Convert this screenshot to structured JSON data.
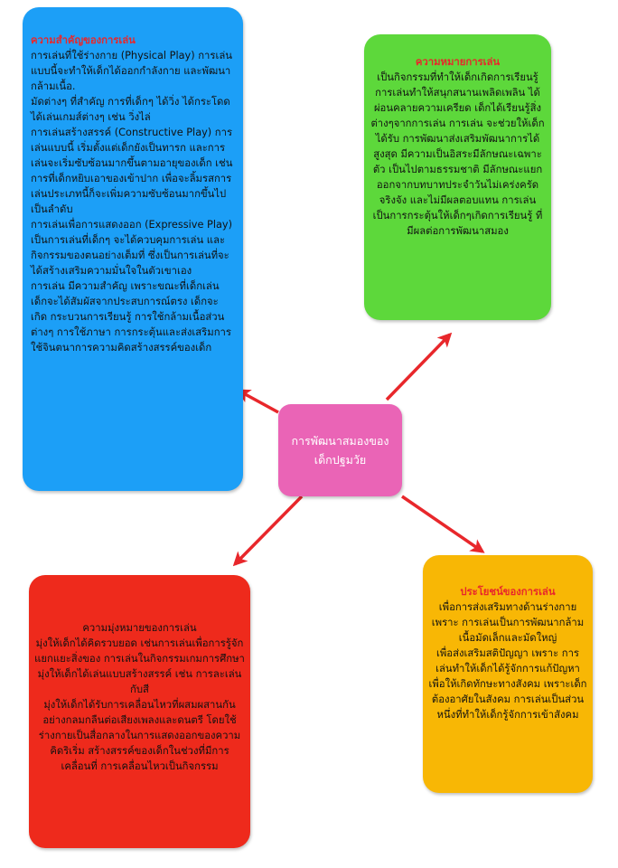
{
  "center": {
    "line1": "การพัฒนาสมองของ",
    "line2": "เด็กปฐมวัย"
  },
  "importance": {
    "title": "ความสำคัญของการเล่น",
    "body": "การเล่นที่ใช้ร่างกาย (Physical Play) การเล่นแบบนี้จะทำให้เด็กได้ออกกำลังกาย และพัฒนากล้ามเนื้อ.\n      มัดต่างๆ ที่สำคัญ การที่เด็กๆ ได้วิ่ง ได้กระโดด ได้เล่นเกมส์ต่างๆ เช่น วิ่งไล่\nการเล่นสร้างสรรค์ (Constructive Play) การเล่นแบบนี้ เริ่มตั้งแต่เด็กยังเป็นทารก และการเล่นจะเริ่มซับซ้อนมากขึ้นตามอายุของเด็ก เช่น การที่เด็กหยิบเอาของเข้าปาก เพื่อจะลิ้มรสการเล่นประเภทนี้ก็จะเพิ่มความซับซ้อนมากขึ้นไปเป็นลำดับ\nการเล่นเพื่อการแสดงออก (Expressive Play) เป็นการเล่นที่เด็กๆ จะได้ควบคุมการเล่น และกิจกรรมของตนอย่างเต็มที่ ซึ่งเป็นการเล่นที่จะได้สร้างเสริมความมั่นใจในตัวเขาเอง\nการเล่น มีความสำคัญ เพราะขณะที่เด็กเล่น เด็กจะได้สัมผัสจากประสบการณ์ตรง เด็กจะเกิด กระบวนการเรียนรู้ การใช้กล้ามเนื้อส่วนต่างๆ การใช้ภาษา การกระตุ้นและส่งเสริมการใช้จินตนาการความคิดสร้างสรรค์ของเด็ก"
  },
  "meaning": {
    "title": "ความหมายการเล่น",
    "body": "เป็นกิจกรรมที่ทำให้เด็กเกิดการเรียนรู้ การเล่นทำให้สนุกสนานเพลิดเพลิน ได้ผ่อนคลายความเครียด เด็กได้เรียนรู้สิ่งต่างๆจากการเล่น การเล่น จะช่วยให้เด็กได้รับ การพัฒนาส่งเสริมพัฒนาการได้สูงสุด มีความเป็นอิสระมีลักษณะเฉพาะตัว เป็นไปตามธรรมชาติ มีลักษณะแยกออกจากบทบาทประจำวันไม่เคร่งครัดจริงจัง และไม่มีผลตอบแทน การเล่นเป็นการกระตุ้นให้เด็กๆเกิดการเรียนรู้ ที่มีผลต่อการพัฒนาสมอง"
  },
  "objectives": {
    "title": "ความมุ่งหมายของการเล่น",
    "body": "มุ่งให้เด็กได้คิดรวบยอด เช่นการเล่นเพื่อการรู้จักแยกแยะสิ่งของ การเล่นในกิจกรรมเกมการศึกษา\nมุ่งให้เด็กได้เล่นแบบสร้างสรรค์  เช่น การละเล่นกับสี\nมุ่งให้เด็กได้รับการเคลื่อนไหวที่ผสมผสานกัน อย่างกลมกลืนต่อเสียงเพลงและดนตรี โดยใช้ร่างกายเป็นสื่อกลางในการแสดงออกของความคิดริเริ่ม สร้างสรรค์ของเด็กในช่วงที่มีการเคลื่อนที่ การเคลื่อนไหวเป็นกิจกรรม"
  },
  "benefits": {
    "title": "ประโยชน์ของการเล่น",
    "body": "เพื่อการส่งเสริมทางด้านร่างกาย เพราะ การเล่นเป็นการพัฒนากล้ามเนื้อมัดเล็กและมัดใหญ่\nเพื่อส่งเสริมสติปัญญา เพราะ การเล่นทำให้เด็กได้รู้จักการแก้ปัญหา\nเพื่อให้เกิดทักษะทางสังคม เพราะเด็กต้องอาศัยในสังคม การเล่นเป็นส่วนหนึ่งที่ทำให้เด็กรู้จักการเข้าสังคม"
  },
  "colors": {
    "importance": "#1c9ff7",
    "meaning": "#5dd83b",
    "objectives": "#ee2a1c",
    "benefits": "#f8b705",
    "center": "#ea64b6",
    "arrow": "#e8272b"
  }
}
